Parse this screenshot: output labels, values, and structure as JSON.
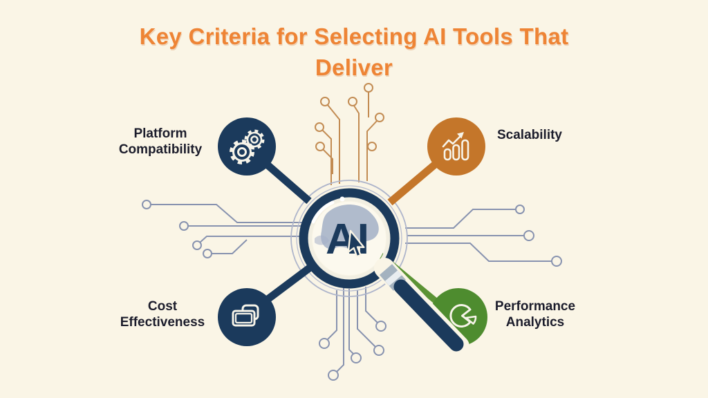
{
  "title": "Key Criteria for Selecting AI Tools That Deliver",
  "center": {
    "label": "AI",
    "icon": "magnifier-ai-icon",
    "cursor_icon": "mouse-cursor-icon"
  },
  "nodes": [
    {
      "id": "platform-compatibility",
      "label": "Platform Compatibility",
      "label_line1": "Platform",
      "label_line2": "Compatibility",
      "icon": "gears-icon",
      "color": "#1B3A5C",
      "position": "top-left"
    },
    {
      "id": "scalability",
      "label": "Scalability",
      "label_line1": "Scalability",
      "label_line2": "",
      "icon": "growth-bar-chart-icon",
      "color": "#C4762A",
      "position": "top-right"
    },
    {
      "id": "cost-effectiveness",
      "label": "Cost Effectiveness",
      "label_line1": "Cost",
      "label_line2": "Effectiveness",
      "icon": "cash-stack-icon",
      "color": "#1B3A5C",
      "position": "bottom-left"
    },
    {
      "id": "performance-analytics",
      "label": "Performance Analytics",
      "label_line1": "Performance",
      "label_line2": "Analytics",
      "icon": "pie-chart-icon",
      "color": "#4E8C2F",
      "position": "bottom-right"
    }
  ],
  "colors": {
    "background": "#FAF5E6",
    "title_orange": "#EE8435",
    "navy": "#1B3A5C",
    "node_orange": "#C4762A",
    "node_green": "#4E8C2F",
    "green_connector": "#5B9334",
    "circuit_slate": "#8792AF",
    "circuit_orange": "#C28B52",
    "label_text": "#1B1C2B"
  }
}
